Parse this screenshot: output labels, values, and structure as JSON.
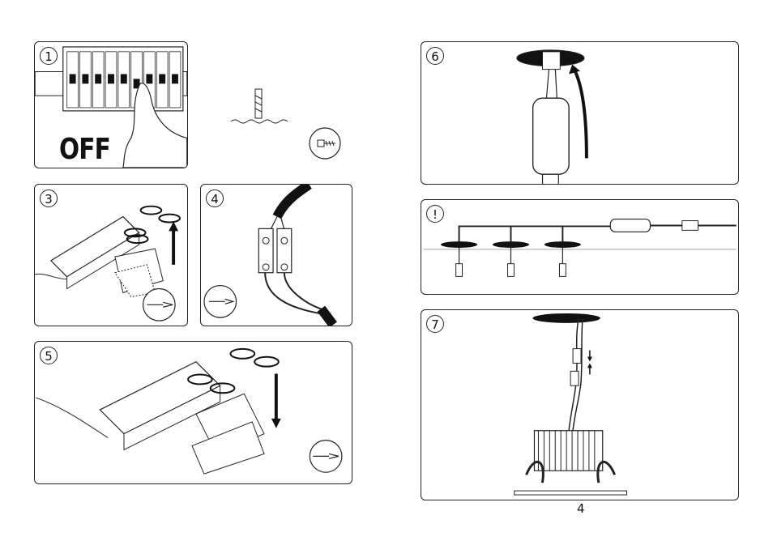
{
  "steps": [
    {
      "id": "step-1",
      "badge": "1",
      "caption": "OFF"
    },
    {
      "id": "step-3",
      "badge": "3"
    },
    {
      "id": "step-4",
      "badge": "4"
    },
    {
      "id": "step-5",
      "badge": "5"
    },
    {
      "id": "step-6",
      "badge": "6"
    },
    {
      "id": "step-warning",
      "badge": "!"
    },
    {
      "id": "step-7",
      "badge": "7"
    }
  ],
  "page": {
    "number": "4"
  },
  "icons": [
    "screwdriver-icon",
    "screw-icon",
    "rotation-arrow-icon",
    "up-arrow-icon",
    "down-arrow-icon"
  ],
  "colors": {
    "line": "#222222",
    "fill": "#ffffff",
    "dark": "#111111"
  }
}
